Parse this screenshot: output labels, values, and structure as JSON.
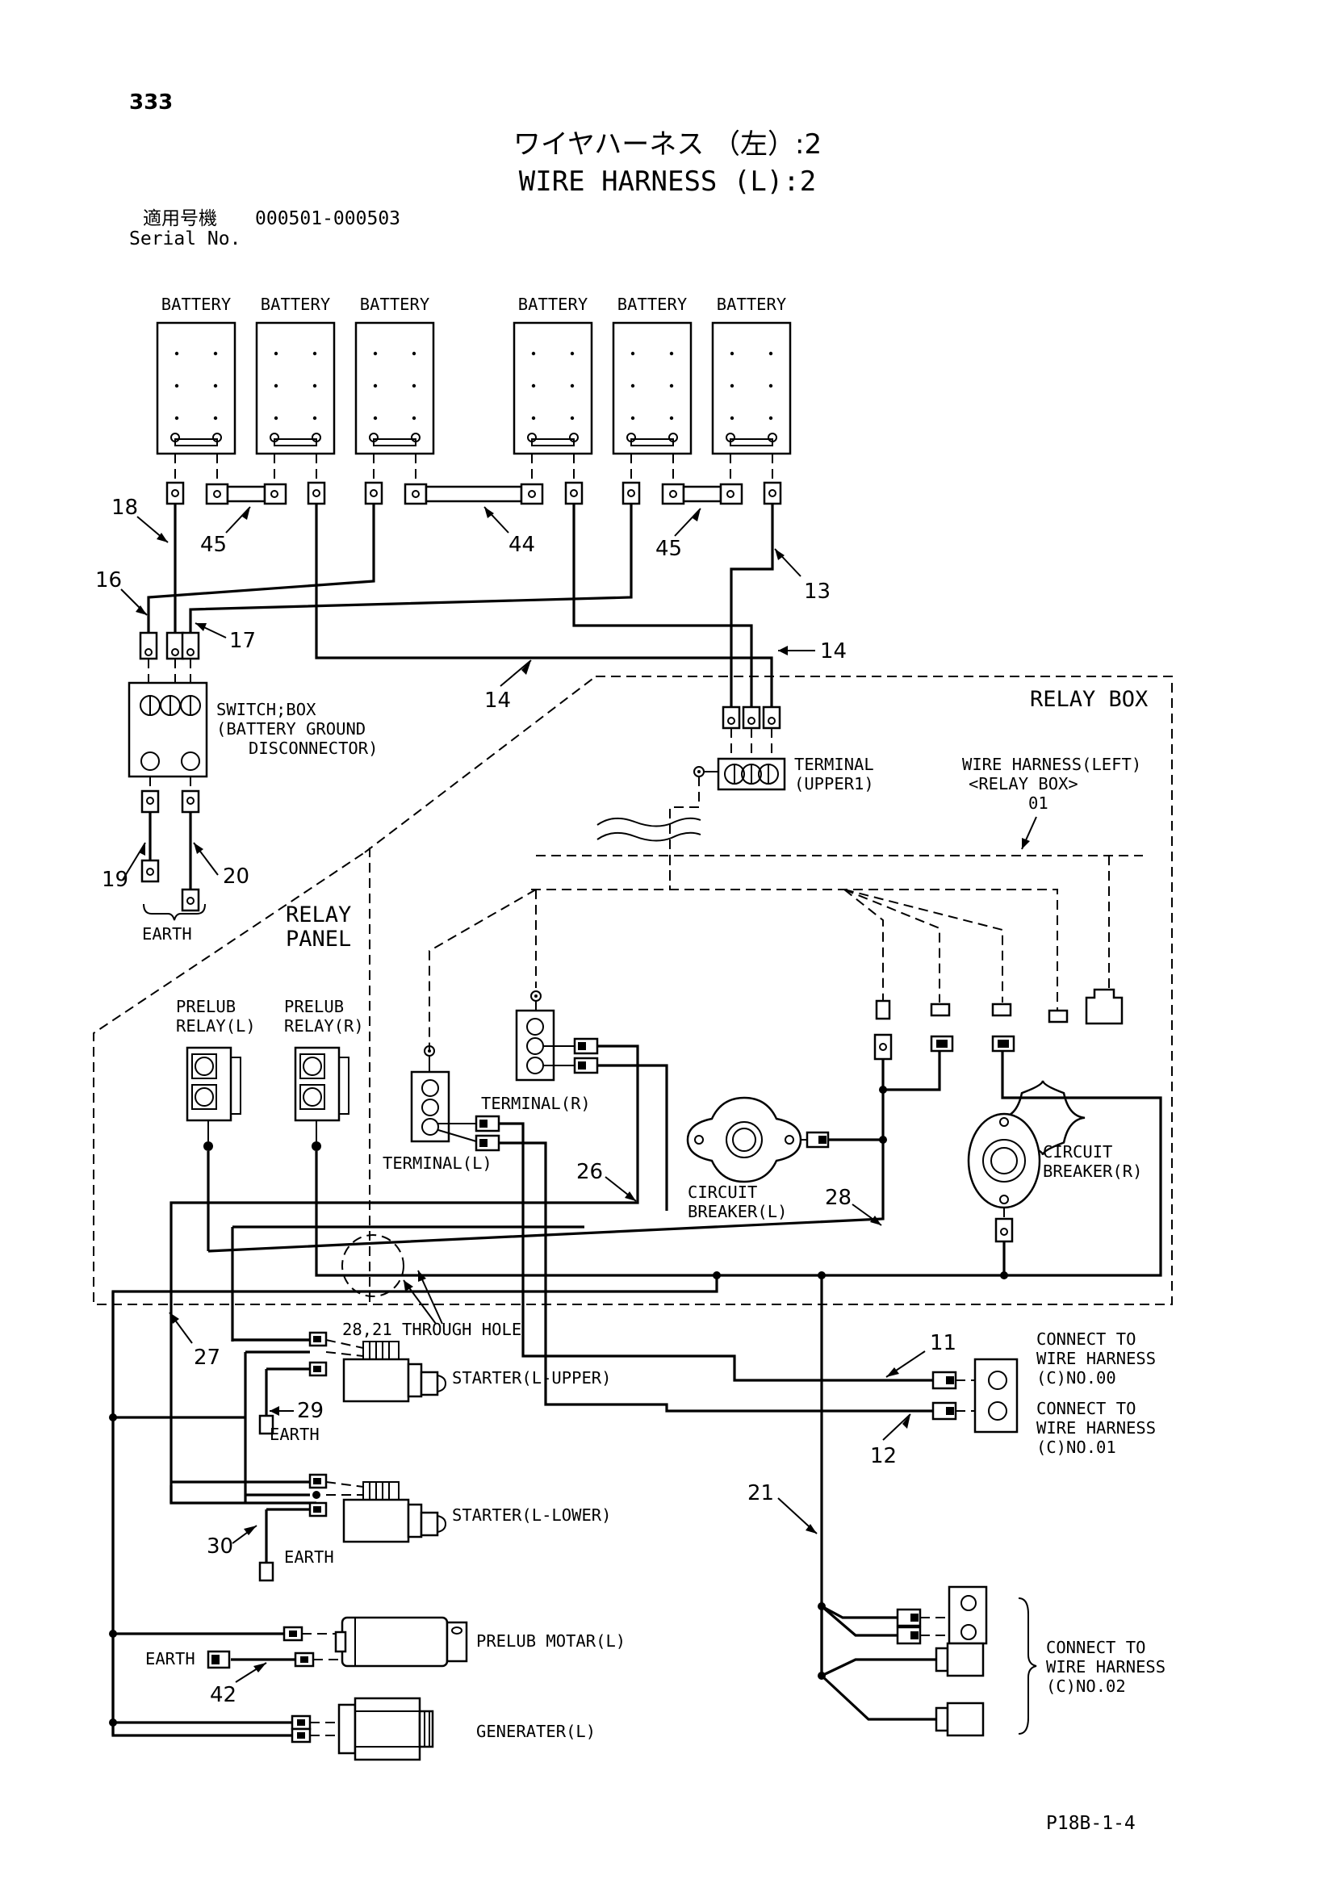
{
  "page_number": "333",
  "title_jp": "ワイヤハーネス （左）:2",
  "title_en": "WIRE HARNESS (L):2",
  "serial": {
    "label_jp": "適用号機",
    "label_en": "Serial No.",
    "value": "000501-000503"
  },
  "footer_code": "P18B-1-4",
  "batteries": [
    "BATTERY",
    "BATTERY",
    "BATTERY",
    "BATTERY",
    "BATTERY",
    "BATTERY"
  ],
  "labels": {
    "switch_box": [
      "SWITCH;BOX",
      "(BATTERY GROUND",
      "DISCONNECTOR)"
    ],
    "earth": "EARTH",
    "relay_box": "RELAY BOX",
    "relay_panel": [
      "RELAY",
      "PANEL"
    ],
    "terminal_upper": [
      "TERMINAL",
      "(UPPER1)"
    ],
    "wire_harness_left": [
      "WIRE HARNESS(LEFT)",
      "<RELAY BOX>",
      "01"
    ],
    "prelub_relay_l": [
      "PRELUB",
      "RELAY(L)"
    ],
    "prelub_relay_r": [
      "PRELUB",
      "RELAY(R)"
    ],
    "terminal_r": "TERMINAL(R)",
    "terminal_l": "TERMINAL(L)",
    "circuit_breaker_l": [
      "CIRCUIT",
      "BREAKER(L)"
    ],
    "circuit_breaker_r": [
      "CIRCUIT",
      "BREAKER(R)"
    ],
    "through_hole": "28,21 THROUGH HOLE",
    "starter_upper": "STARTER(L-UPPER)",
    "starter_lower": "STARTER(L-LOWER)",
    "prelub_motor": "PRELUB MOTAR(L)",
    "generator": "GENERATER(L)",
    "connect_00": [
      "CONNECT TO",
      "WIRE HARNESS",
      "(C)NO.00"
    ],
    "connect_01": [
      "CONNECT TO",
      "WIRE HARNESS",
      "(C)NO.01"
    ],
    "connect_02": [
      "CONNECT TO",
      "WIRE HARNESS",
      "(C)NO.02"
    ]
  },
  "callouts": {
    "n18": "18",
    "n45a": "45",
    "n44": "44",
    "n45b": "45",
    "n13": "13",
    "n16": "16",
    "n17": "17",
    "n14a": "14",
    "n14b": "14",
    "n19": "19",
    "n20": "20",
    "n26": "26",
    "n28": "28",
    "n27": "27",
    "n29": "29",
    "n30": "30",
    "n42": "42",
    "n11": "11",
    "n12": "12",
    "n21": "21"
  }
}
